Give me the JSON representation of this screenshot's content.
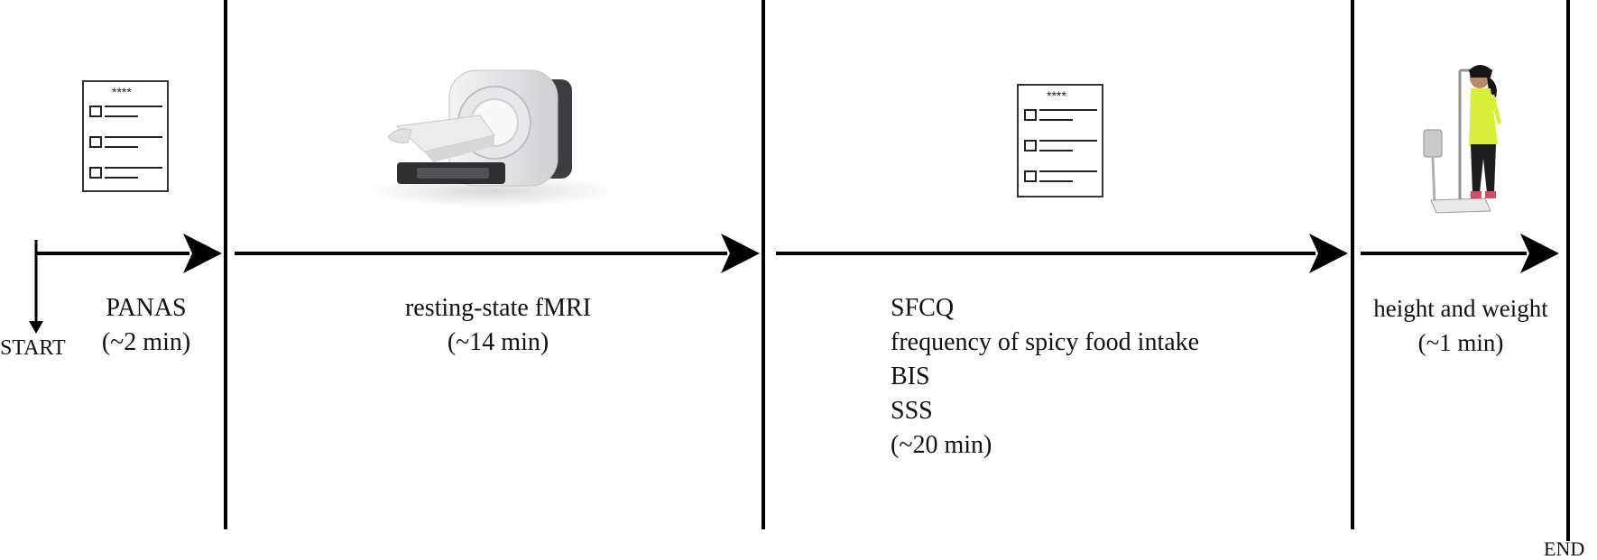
{
  "start_label": "START",
  "end_label": "END",
  "stages": [
    {
      "name": "questionnaire",
      "lines": [
        "PANAS",
        "(~2 min)"
      ]
    },
    {
      "name": "scanner",
      "lines": [
        "resting-state fMRI",
        "(~14 min)"
      ]
    },
    {
      "name": "questionnaire",
      "lines": [
        "SFCQ",
        "frequency of spicy food intake",
        "BIS",
        "SSS",
        "(~20 min)"
      ]
    },
    {
      "name": "measurement",
      "lines": [
        "height and weight",
        "(~1 min)"
      ]
    }
  ],
  "icons": {
    "questionnaire_stars": "****",
    "stage1_icon": "questionnaire-icon",
    "stage2_icon": "mri-scanner-icon",
    "stage3_icon": "questionnaire-icon",
    "stage4_icon": "height-weight-scale-icon"
  },
  "colors": {
    "line": "#000000",
    "text": "#111111",
    "shirt": "#d7ef3a",
    "scanner": "#e9e9ea"
  }
}
